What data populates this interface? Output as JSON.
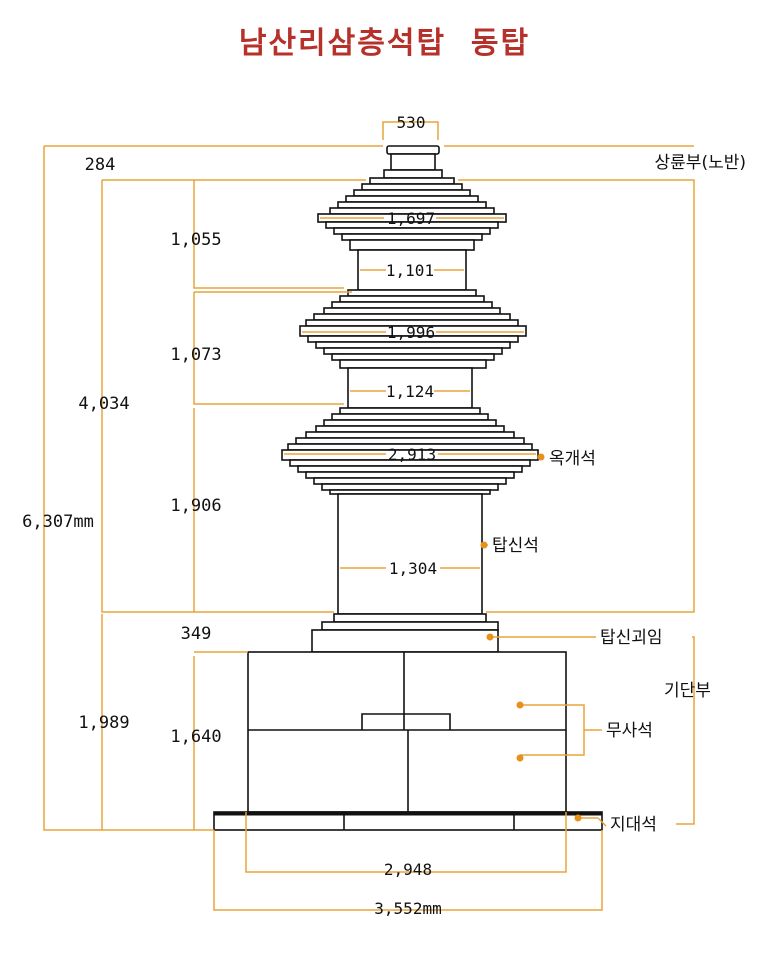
{
  "title": "남산리삼층석탑  동탑",
  "colors": {
    "title": "#b5312a",
    "dimension_line": "#e8a33c",
    "marker": "#e8901a",
    "outline": "#111111",
    "fill": "#ffffff"
  },
  "dimensions": {
    "finial_width": "530",
    "finial_height": "284",
    "tower_height": "4,034",
    "total_height": "6,307mm",
    "story1_height": "1,055",
    "story2_height": "1,073",
    "story3_height": "1,906",
    "base_height": "1,989",
    "base_support_height": "349",
    "base_stone_height": "1,640",
    "roof1_width": "1,697",
    "body1_width": "1,101",
    "roof2_width": "1,996",
    "body2_width": "1,124",
    "roof3_width": "2,913",
    "body3_width": "1,304",
    "base_width": "2,948",
    "foundation_width": "3,552mm"
  },
  "labels": {
    "finial": "상륜부(노반)",
    "roof_stone": "옥개석",
    "body_stone": "탑신석",
    "body_support": "탑신괴임",
    "base_section": "기단부",
    "base_stone": "무사석",
    "ground_stone": "지대석"
  }
}
